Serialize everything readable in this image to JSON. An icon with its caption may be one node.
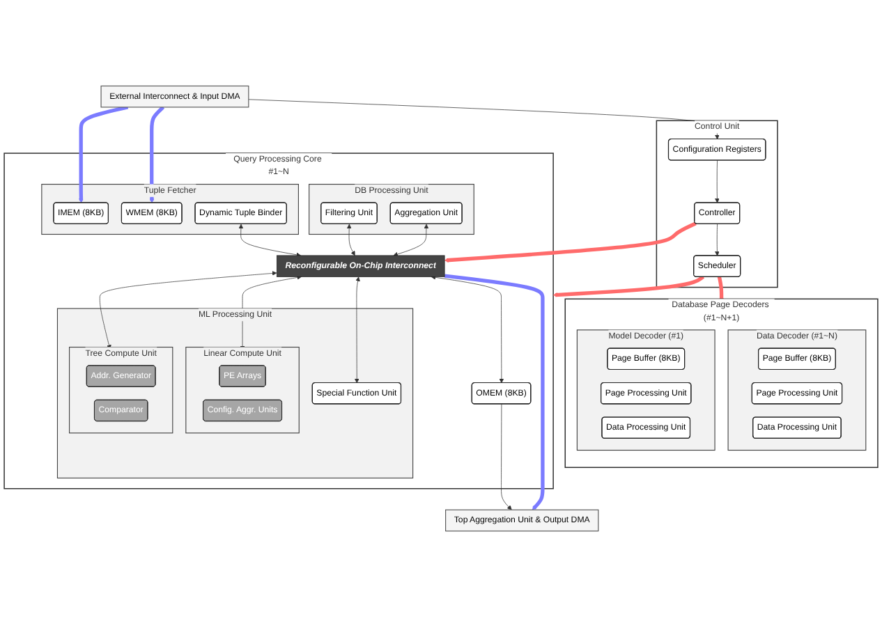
{
  "diagram": {
    "nodes": [
      {
        "text": [
          "External Interconnect & Input DMA"
        ]
      },
      {
        "text": [
          "Control Unit"
        ]
      },
      {
        "text": [
          "Configuration Registers"
        ],
        "in": 1
      },
      {
        "text": [
          "Controller"
        ],
        "in": 1
      },
      {
        "text": [
          "Scheduler"
        ],
        "in": 1
      },
      {
        "text": [
          "Database Page Decoders (#1~N+1)"
        ]
      },
      {
        "text": [
          "Data Decoder (#1~N)"
        ],
        "in": 5
      },
      {
        "text": [
          "Page Buffer (8KB)"
        ],
        "in": 6
      },
      {
        "text": [
          "Page Processing Unit"
        ],
        "in": 6
      },
      {
        "text": [
          "Data Processing Unit"
        ],
        "in": 6
      },
      {
        "text": [
          "Model Decoder (#1)"
        ],
        "in": 5
      },
      {
        "text": [
          "Page Buffer (8KB)"
        ],
        "in": 10
      },
      {
        "text": [
          "Page Processing Unit"
        ],
        "in": 10
      },
      {
        "text": [
          "Data Processing Unit"
        ],
        "in": 10
      },
      {
        "text": [
          "Query Processing Core #1~N"
        ]
      },
      {
        "text": [
          "DB Processing Unit"
        ],
        "in": 14
      },
      {
        "text": [
          "Filtering Unit"
        ],
        "in": 15
      },
      {
        "text": [
          "Aggregation Unit"
        ],
        "in": 15
      },
      {
        "text": [
          "Tuple Fetcher"
        ],
        "in": 14
      },
      {
        "text": [
          "IMEM (8KB)"
        ],
        "in": 18
      },
      {
        "text": [
          "WMEM (8KB)"
        ],
        "in": 18
      },
      {
        "text": [
          "Dynamic Tuple Binder"
        ],
        "in": 18
      },
      {
        "text": [
          "Reconfigurable On-Chip Interconnect"
        ],
        "in": 14
      },
      {
        "text": [
          "ML Processing Unit"
        ],
        "in": 14
      },
      {
        "text": [
          "Linear Compute Unit"
        ],
        "in": 23
      },
      {
        "text": [
          "PE Arrays"
        ],
        "in": 24
      },
      {
        "text": [
          "Config. Aggr. Units"
        ],
        "in": 24
      },
      {
        "text": [
          "Tree Compute Unit"
        ],
        "in": 23
      },
      {
        "text": [
          "Addr. Generator"
        ],
        "in": 27
      },
      {
        "text": [
          "Comparator"
        ],
        "in": 27
      },
      {
        "text": [
          "Special Function Unit"
        ],
        "in": 23
      },
      {
        "text": [
          "OMEM (8KB)"
        ],
        "in": 14
      },
      {
        "text": [
          "Top Aggregation Unit & Output DMA"
        ]
      }
    ],
    "edges": [
      {
        "from": 0,
        "to": 2,
        "arrow": "to"
      },
      {
        "from": 2,
        "to": 3,
        "arrow": "to"
      },
      {
        "from": 3,
        "to": 4,
        "arrow": "to"
      },
      {
        "from": 4,
        "to": 5,
        "arrow": "to",
        "style": "thick",
        "color": "#ff6b6b"
      },
      {
        "from": 4,
        "to": 14,
        "arrow": "to",
        "style": "thick",
        "color": "#ff6b6b"
      },
      {
        "from": 3,
        "to": 22,
        "arrow": "to",
        "style": "thick",
        "color": "#ff6b6b"
      },
      {
        "from": 0,
        "to": 19,
        "arrow": "to",
        "style": "thick",
        "color": "#7b7bff"
      },
      {
        "from": 0,
        "to": 20,
        "arrow": "to",
        "style": "thick",
        "color": "#7b7bff"
      },
      {
        "from": 17,
        "to": 22,
        "arrow": "both"
      },
      {
        "from": 16,
        "to": 22,
        "arrow": "both"
      },
      {
        "from": 21,
        "to": 22,
        "arrow": "both"
      },
      {
        "from": 22,
        "to": 24,
        "arrow": "both"
      },
      {
        "from": 22,
        "to": 27,
        "arrow": "both"
      },
      {
        "from": 22,
        "to": 30,
        "arrow": "both"
      },
      {
        "from": 22,
        "to": 31,
        "arrow": "both"
      },
      {
        "from": 22,
        "to": 32,
        "arrow": "to",
        "style": "thick",
        "color": "#7b7bff"
      },
      {
        "from": 31,
        "to": 32,
        "arrow": "to"
      }
    ]
  }
}
